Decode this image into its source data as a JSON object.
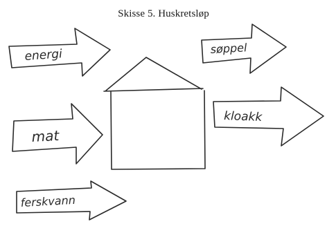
{
  "caption": "Skisse 5. Huskretsløp",
  "inputs": {
    "energy": "energi",
    "food": "mat",
    "freshwater": "ferskvann"
  },
  "outputs": {
    "garbage": "søppel",
    "sewage": "kloakk"
  },
  "colors": {
    "ink": "#2a2a2a",
    "background": "#ffffff"
  }
}
